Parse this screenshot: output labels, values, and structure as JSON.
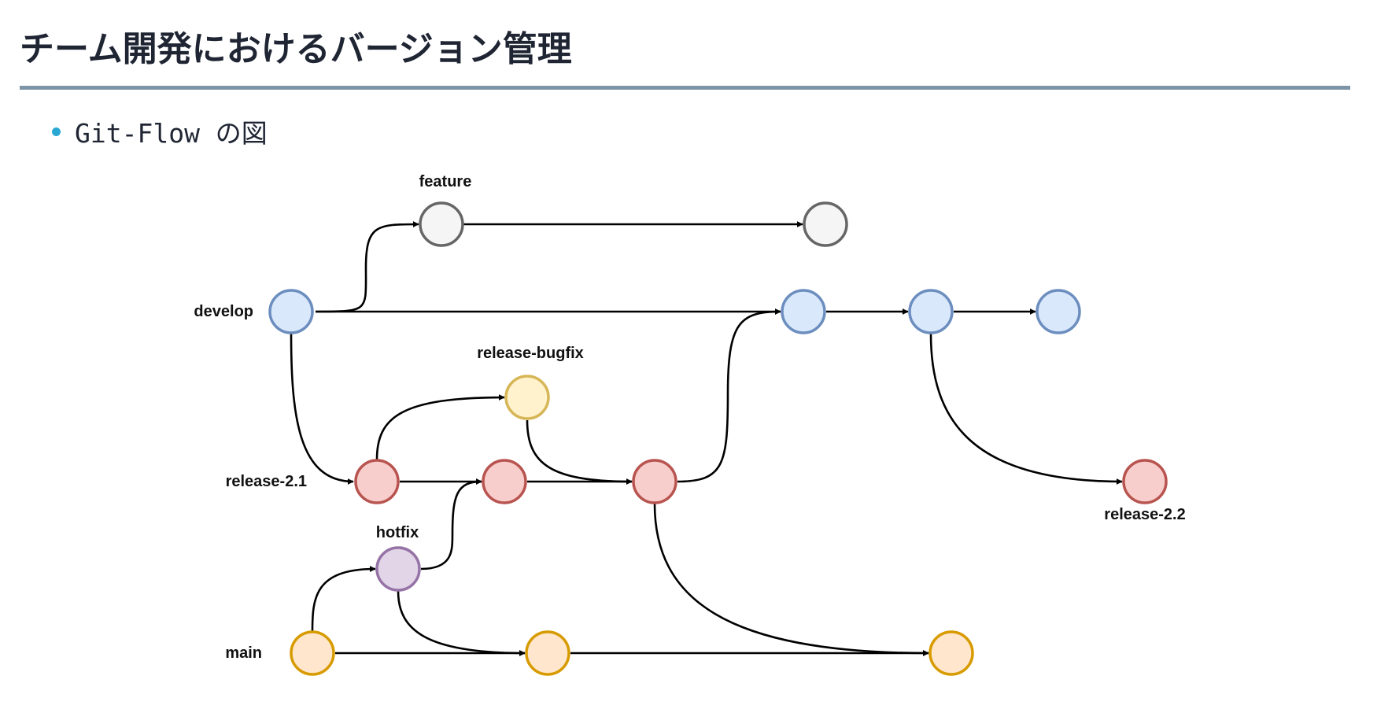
{
  "header": {
    "title": "チーム開発におけるバージョン管理"
  },
  "content": {
    "bullet": "Git-Flow の図"
  },
  "diagram": {
    "colors": {
      "feature": {
        "fill": "#f5f5f5",
        "stroke": "#666666"
      },
      "develop": {
        "fill": "#dae8fc",
        "stroke": "#6c8ebf"
      },
      "release": {
        "fill": "#f8cecc",
        "stroke": "#b85450"
      },
      "release_bugfix": {
        "fill": "#fff2cc",
        "stroke": "#d6b656"
      },
      "hotfix": {
        "fill": "#e1d5e7",
        "stroke": "#9673a6"
      },
      "main": {
        "fill": "#ffe6cc",
        "stroke": "#d79b00"
      }
    },
    "labels": {
      "feature": "feature",
      "develop": "develop",
      "release_bugfix": "release-bugfix",
      "release_2_1": "release-2.1",
      "hotfix": "hotfix",
      "main": "main",
      "release_2_2": "release-2.2"
    }
  }
}
